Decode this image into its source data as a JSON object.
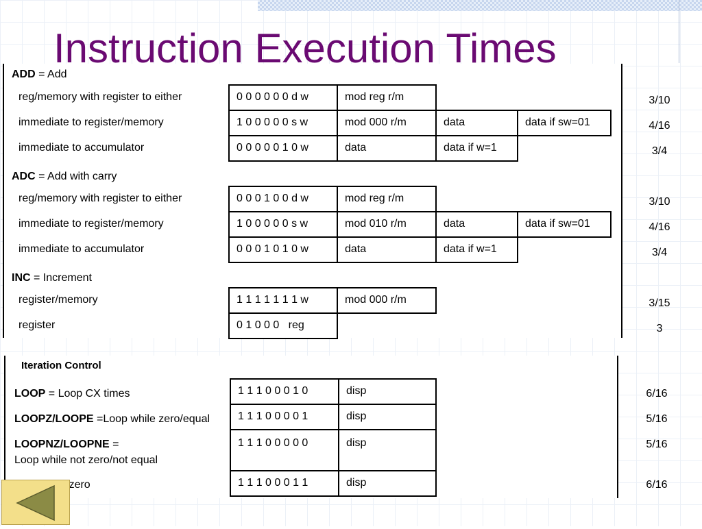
{
  "title": "Instruction Execution Times",
  "add": {
    "name": "ADD",
    "desc": "= Add",
    "rows": [
      {
        "label": "reg/memory with register to either",
        "c1": "0 0 0 0 0 0 d w",
        "c2": "mod reg r/m",
        "c3": "",
        "c4": "",
        "time": "3/10"
      },
      {
        "label": "immediate to register/memory",
        "c1": "1 0 0 0 0 0 s w",
        "c2": "mod 000 r/m",
        "c3": "data",
        "c4": "data if sw=01",
        "time": "4/16"
      },
      {
        "label": "immediate to accumulator",
        "c1": "0 0 0 0 0 1 0 w",
        "c2": "data",
        "c3": "data if w=1",
        "c4": "",
        "time": "3/4"
      }
    ]
  },
  "adc": {
    "name": "ADC",
    "desc": "= Add with carry",
    "rows": [
      {
        "label": "reg/memory with register to either",
        "c1": "0 0 0 1 0 0 d w",
        "c2": "mod reg r/m",
        "c3": "",
        "c4": "",
        "time": "3/10"
      },
      {
        "label": "immediate to register/memory",
        "c1": "1 0 0 0 0 0 s w",
        "c2": "mod 010 r/m",
        "c3": "data",
        "c4": "data if sw=01",
        "time": "4/16"
      },
      {
        "label": "immediate to accumulator",
        "c1": "0 0 0 1 0 1 0 w",
        "c2": "data",
        "c3": "data if w=1",
        "c4": "",
        "time": "3/4"
      }
    ]
  },
  "inc": {
    "name": "INC",
    "desc": "= Increment",
    "rows": [
      {
        "label": "register/memory",
        "c1": "1 1 1 1 1 1 1 w",
        "c2": "mod 000 r/m",
        "time": "3/15"
      },
      {
        "label": "register",
        "c1": "0 1 0 0 0   reg",
        "time": "3"
      }
    ]
  },
  "iteration": {
    "heading": "Iteration Control",
    "loop": {
      "name": "LOOP",
      "desc": "= Loop CX times",
      "c1": "1 1 1 0 0 0 1 0",
      "c2": "disp",
      "time": "6/16"
    },
    "loopz": {
      "name": "LOOPZ/LOOPE",
      "desc": "=Loop while zero/equal",
      "c1": "1 1 1 0 0 0 0 1",
      "c2": "disp",
      "time": "5/16"
    },
    "loopnz": {
      "name": "LOOPNZ/LOOPNE",
      "desc": "=",
      "desc2": "Loop while not zero/not equal",
      "c1": "1 1 1 0 0 0 0 0",
      "c2": "disp",
      "time": "5/16"
    },
    "jcxz": {
      "partial": "mp if CX = zero",
      "c1": "1 1 1 0 0 0 1 1",
      "c2": "disp",
      "time": "6/16"
    }
  },
  "nav": {
    "back_icon": "triangle-left-icon",
    "fill": "#f3df8a",
    "arrow": "#8b8b45"
  }
}
